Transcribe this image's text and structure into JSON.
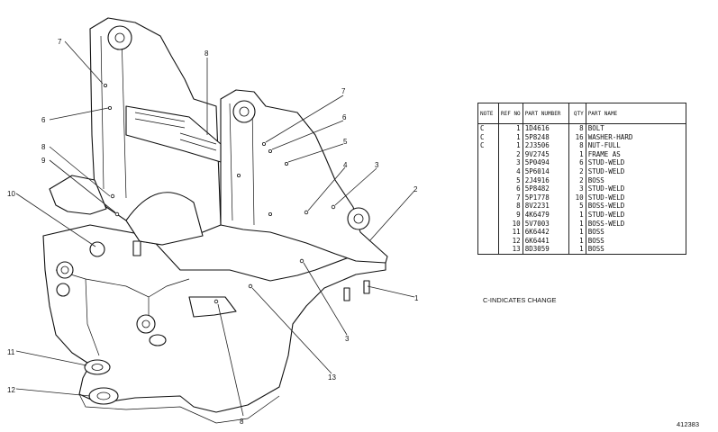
{
  "diagram": {
    "callouts": [
      {
        "id": "c7a",
        "label": "7"
      },
      {
        "id": "c8a",
        "label": "8"
      },
      {
        "id": "c6a",
        "label": "6"
      },
      {
        "id": "c8b",
        "label": "8"
      },
      {
        "id": "c9",
        "label": "9"
      },
      {
        "id": "c10",
        "label": "10"
      },
      {
        "id": "c7b",
        "label": "7"
      },
      {
        "id": "c6b",
        "label": "6"
      },
      {
        "id": "c5",
        "label": "5"
      },
      {
        "id": "c4",
        "label": "4"
      },
      {
        "id": "c3a",
        "label": "3"
      },
      {
        "id": "c2",
        "label": "2"
      },
      {
        "id": "c1",
        "label": "1"
      },
      {
        "id": "c3b",
        "label": "3"
      },
      {
        "id": "c13",
        "label": "13"
      },
      {
        "id": "c11",
        "label": "11"
      },
      {
        "id": "c12",
        "label": "12"
      },
      {
        "id": "c8c",
        "label": "8"
      }
    ]
  },
  "parts_table": {
    "headers": {
      "note": "NOTE",
      "ref_no": "REF NO",
      "part_number": "PART NUMBER",
      "qty": "QTY",
      "part_name": "PART NAME"
    },
    "rows": [
      {
        "note": "C",
        "ref": "1",
        "part": "1D4616",
        "qty": "8",
        "name": "BOLT"
      },
      {
        "note": "C",
        "ref": "1",
        "part": "5P8248",
        "qty": "16",
        "name": "WASHER-HARD"
      },
      {
        "note": "C",
        "ref": "1",
        "part": "2J3506",
        "qty": "8",
        "name": "NUT-FULL"
      },
      {
        "note": "",
        "ref": "2",
        "part": "9V2745",
        "qty": "1",
        "name": "FRAME AS"
      },
      {
        "note": "",
        "ref": "3",
        "part": "5P0494",
        "qty": "6",
        "name": "STUD-WELD"
      },
      {
        "note": "",
        "ref": "4",
        "part": "5P6014",
        "qty": "2",
        "name": "STUD-WELD"
      },
      {
        "note": "",
        "ref": "5",
        "part": "2J4916",
        "qty": "2",
        "name": "BOSS"
      },
      {
        "note": "",
        "ref": "6",
        "part": "5P8482",
        "qty": "3",
        "name": "STUD-WELD"
      },
      {
        "note": "",
        "ref": "7",
        "part": "5P1778",
        "qty": "10",
        "name": "STUD-WELD"
      },
      {
        "note": "",
        "ref": "8",
        "part": "8V2231",
        "qty": "5",
        "name": "BOSS-WELD"
      },
      {
        "note": "",
        "ref": "9",
        "part": "4K6479",
        "qty": "1",
        "name": "STUD-WELD"
      },
      {
        "note": "",
        "ref": "10",
        "part": "5V7003",
        "qty": "1",
        "name": "BOSS-WELD"
      },
      {
        "note": "",
        "ref": "11",
        "part": "6K6442",
        "qty": "1",
        "name": "BOSS"
      },
      {
        "note": "",
        "ref": "12",
        "part": "6K6441",
        "qty": "1",
        "name": "BOSS"
      },
      {
        "note": "",
        "ref": "13",
        "part": "8D3059",
        "qty": "1",
        "name": "BOSS"
      }
    ]
  },
  "legend_note": "C-INDICATES CHANGE",
  "drawing_number": "412383"
}
